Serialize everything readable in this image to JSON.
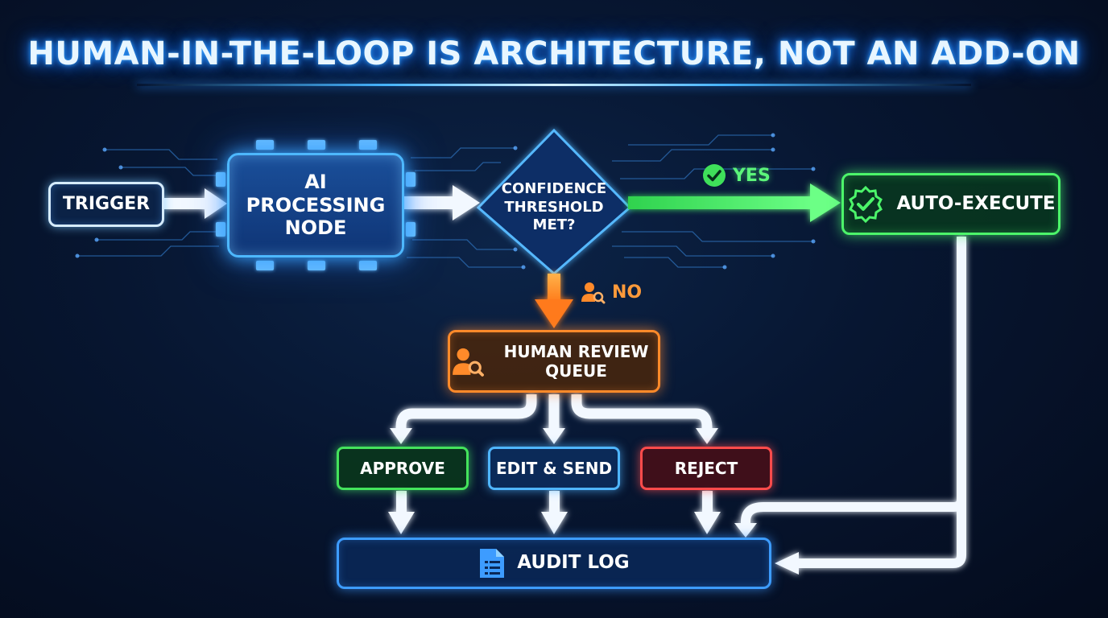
{
  "title": "HUMAN-IN-THE-LOOP IS ARCHITECTURE, NOT AN ADD-ON",
  "nodes": {
    "trigger": "TRIGGER",
    "ai_processing": "AI PROCESSING NODE",
    "decision": "CONFIDENCE THRESHOLD MET?",
    "auto_execute": "AUTO-EXECUTE",
    "human_review": "HUMAN REVIEW QUEUE",
    "approve": "APPROVE",
    "edit_send": "EDIT & SEND",
    "reject": "REJECT",
    "audit_log": "AUDIT LOG"
  },
  "branches": {
    "yes": "YES",
    "no": "NO"
  },
  "colors": {
    "yes": "#4cf56a",
    "no": "#ff8a2a",
    "reject": "#ff4b4b",
    "primary": "#4db8ff"
  },
  "icons": {
    "yes": "check-circle-icon",
    "no": "person-search-icon",
    "auto_execute": "check-badge-icon",
    "human_review": "person-search-icon",
    "audit_log": "document-icon"
  }
}
